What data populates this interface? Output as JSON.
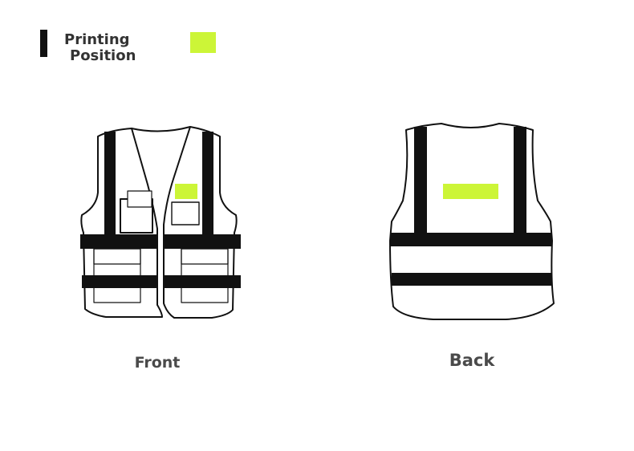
{
  "header": {
    "title_line1": "Printing",
    "title_line2": "Position"
  },
  "colors": {
    "print_area": "#ccf537",
    "reflective_stripe": "#111111",
    "outline": "#111111",
    "text": "#4a4a4a"
  },
  "views": {
    "front_label": "Front",
    "back_label": "Back"
  }
}
